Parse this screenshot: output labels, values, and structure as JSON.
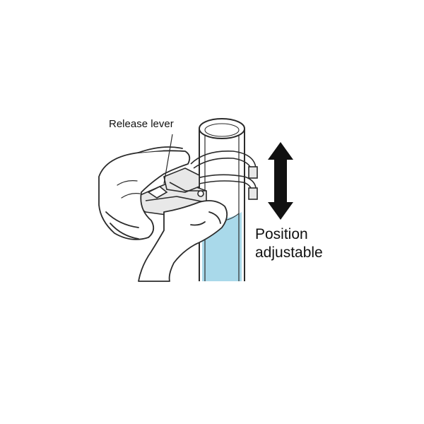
{
  "labels": {
    "release_lever": "Release lever",
    "position_line1": "Position",
    "position_line2": "adjustable"
  },
  "colors": {
    "liquid": "#a9d9ea",
    "outline": "#2b2b2b",
    "arrow": "#111111",
    "clamp": "#e8e8e8"
  }
}
